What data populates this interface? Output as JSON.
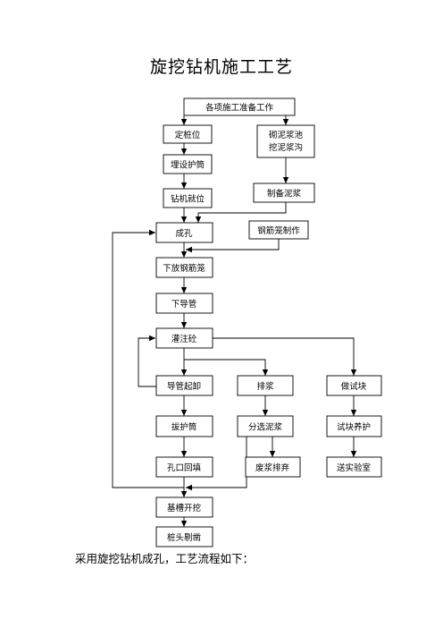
{
  "title": "旋挖钻机施工工艺",
  "caption": "采用旋挖钻机成孔，工艺流程如下：",
  "boxes": {
    "prep": "各项施工准备工作",
    "pile_position": "定桩位",
    "mud_pit": [
      "砌泥浆池",
      "挖泥浆沟"
    ],
    "casing_bury": "埋设护筒",
    "rig_position": "钻机就位",
    "mud_make": "制备泥浆",
    "hole": "成孔",
    "cage_make": "钢筋笼制作",
    "cage_lower": "下放钢筋笼",
    "tremie_lower": "下导管",
    "concrete_pour": "灌注砼",
    "tremie_lift": "导管起卸",
    "slurry_drain": "排浆",
    "test_block_make": "做试块",
    "casing_pull": "拔护筒",
    "mud_separate": "分选泥浆",
    "test_block_cure": "试块养护",
    "hole_backfill": "孔口回填",
    "waste_mud": "废浆排弃",
    "lab_send": "送实验室",
    "trench_excavate": "基槽开挖",
    "pile_head_chisel": "桩头剔凿"
  }
}
